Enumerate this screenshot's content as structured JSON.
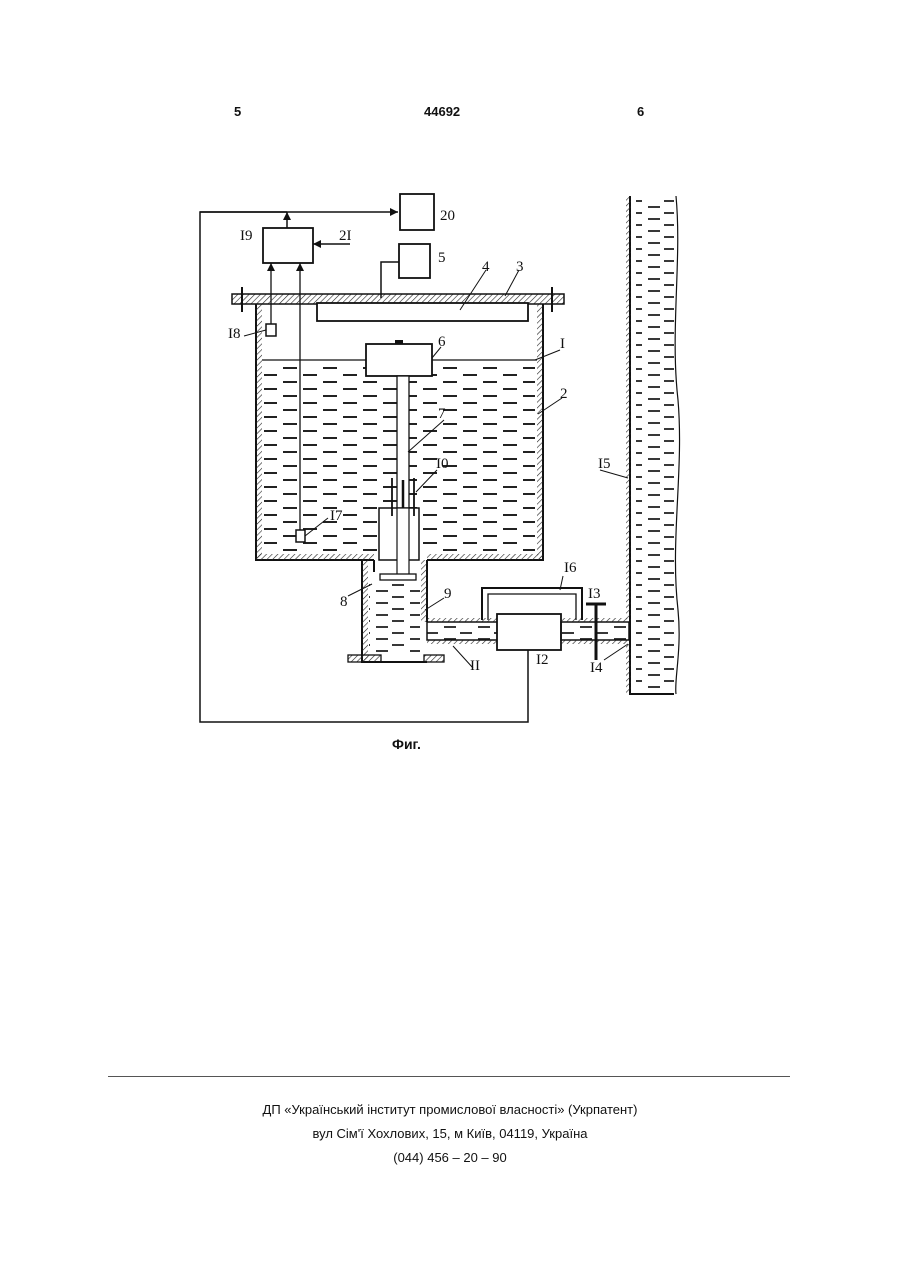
{
  "header": {
    "page_left": "5",
    "patent_number": "44692",
    "page_right": "6"
  },
  "figure": {
    "labels": {
      "l1": "I",
      "l2": "2",
      "l3": "3",
      "l4": "4",
      "l5": "5",
      "l6": "6",
      "l7": "7",
      "l8": "8",
      "l9": "9",
      "l10": "I0",
      "l11": "II",
      "l12": "I2",
      "l13": "I3",
      "l14": "I4",
      "l15": "I5",
      "l16": "I6",
      "l17": "I7",
      "l18": "I8",
      "l19": "I9",
      "l20": "20",
      "l21": "2I"
    },
    "caption": "Фиг."
  },
  "footer": {
    "line1": "ДП «Український інститут промислової власності» (Укрпатент)",
    "line2": "вул  Сім'ї Хохлових, 15, м  Київ, 04119, Україна",
    "line3": "(044) 456 – 20 –  90"
  }
}
